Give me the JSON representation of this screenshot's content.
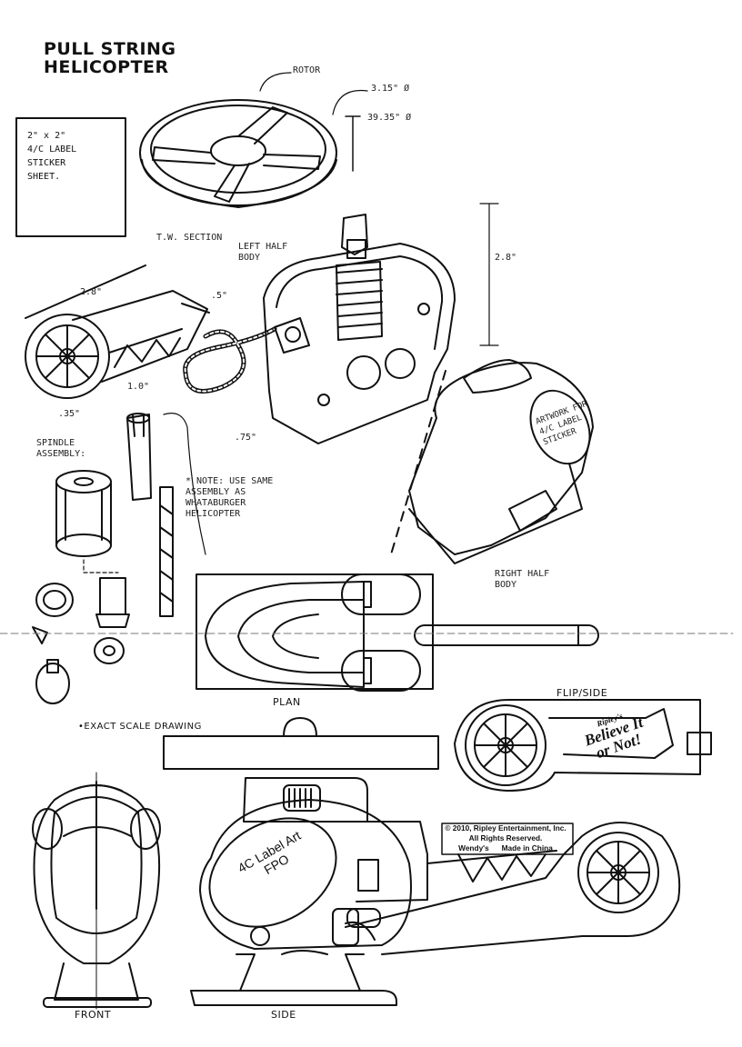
{
  "title": {
    "line1": "PULL STRING",
    "line2": "HELICOPTER"
  },
  "notes": {
    "sticker": [
      "2\" x 2\"",
      "4/C LABEL",
      "STICKER",
      "SHEET."
    ],
    "rotor": "ROTOR",
    "rotor_diameter": "3.15\" Ø",
    "rotor_height": "39.35\" Ø",
    "tw_section": "T.W. SECTION",
    "left_half_body": [
      "LEFT HALF",
      "BODY"
    ],
    "dim_28_top": "2.8\"",
    "dim_28_vertical": "2.8\"",
    "dim_05": ".5\"",
    "dim_10": "1.0\"",
    "dim_35": ".35\"",
    "dim_75": ".75\"",
    "spindle": [
      "SPINDLE",
      "ASSEMBLY:"
    ],
    "note": [
      "* NOTE: USE SAME",
      "ASSEMBLY AS",
      "WHATABURGER",
      "HELICOPTER"
    ],
    "artwork": [
      "ARTWORK FOR",
      "4/C LABEL",
      "STICKER"
    ],
    "right_half_body": [
      "RIGHT HALF",
      "BODY"
    ]
  },
  "views": {
    "plan": "PLAN",
    "flip_side": "FLIP/SIDE",
    "exact_scale": "•EXACT SCALE DRAWING",
    "front": "FRONT",
    "side": "SIDE"
  },
  "legal": [
    "© 2010, Ripley Entertainment, Inc.",
    "All Rights Reserved.",
    "Wendy's      Made in China"
  ],
  "brand": {
    "small": "Ripley's",
    "line1": "Believe It",
    "line2": "or Not!"
  },
  "label_art": [
    "4C Label Art",
    "FPO"
  ]
}
